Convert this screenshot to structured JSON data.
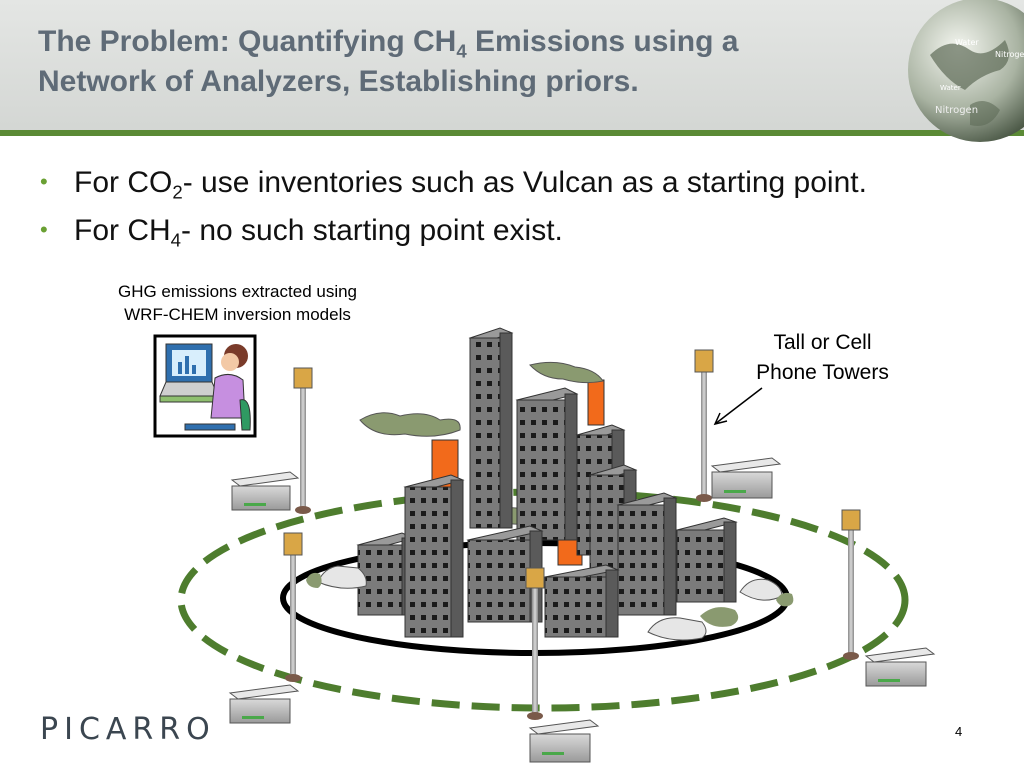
{
  "slide": {
    "title_line1_prefix": "The Problem: Quantifying CH",
    "title_line1_sub": "4",
    "title_line1_suffix": " Emissions using a",
    "title_line2": "Network of Analyzers, Establishing priors.",
    "bullets": [
      {
        "prefix": "For CO",
        "sub": "2",
        "suffix": "- use inventories such as Vulcan as a starting point."
      },
      {
        "prefix": "For CH",
        "sub": "4",
        "suffix": "- no such starting point exist."
      }
    ],
    "ghg_caption_line1": "GHG emissions extracted using",
    "ghg_caption_line2": "WRF-CHEM inversion models",
    "towers_label_line1": "Tall or Cell",
    "towers_label_line2": "Phone Towers",
    "logo": "PICARRO",
    "page_number": "4"
  },
  "globe_labels": [
    "Water",
    "Nitrogen",
    "Water",
    "Nitrogen"
  ],
  "colors": {
    "title": "#5f6b77",
    "header_line": "#5b8a35",
    "bullet": "#6aa033",
    "network_ring": "#4e7d2e",
    "building": "#7b7b7b",
    "chimney": "#f26a1b",
    "smoke": "#8a9a70"
  }
}
